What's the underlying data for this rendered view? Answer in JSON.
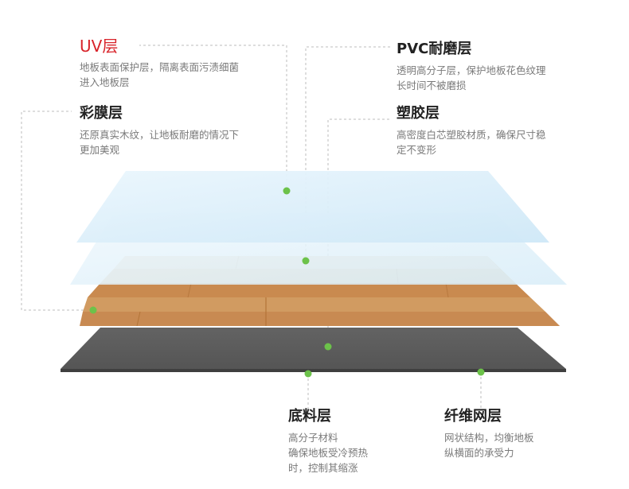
{
  "layers": {
    "uv": {
      "title": "UV层",
      "lines": [
        "地板表面保护层，隔离表面污渍细菌",
        "进入地板层"
      ]
    },
    "pvc": {
      "title": "PVC耐磨层",
      "lines": [
        "透明高分子层，保护地板花色纹理",
        "长时间不被磨损"
      ]
    },
    "color_film": {
      "title": "彩膜层",
      "lines": [
        "还原真实木纹，让地板耐磨的情况下",
        "更加美观"
      ]
    },
    "plastic": {
      "title": "塑胶层",
      "lines": [
        "高密度白芯塑胶材质，确保尺寸稳",
        "定不变形"
      ]
    },
    "base": {
      "title": "底料层",
      "lines": [
        "高分子材料",
        "确保地板受冷预热",
        "时，控制其缩涨"
      ]
    },
    "fiber": {
      "title": "纤维网层",
      "lines": [
        "网状结构，均衡地板",
        "纵横面的承受力"
      ]
    }
  },
  "colors": {
    "accent_title": "#d8232a",
    "marker_dot": "#6cc24a",
    "leader_line": "#bdbdbd",
    "glass_layer": "#dff0fb",
    "wood_light": "#e3c7a3",
    "wood_dark": "#c98a4f",
    "base_layer": "#5c5c5c"
  }
}
